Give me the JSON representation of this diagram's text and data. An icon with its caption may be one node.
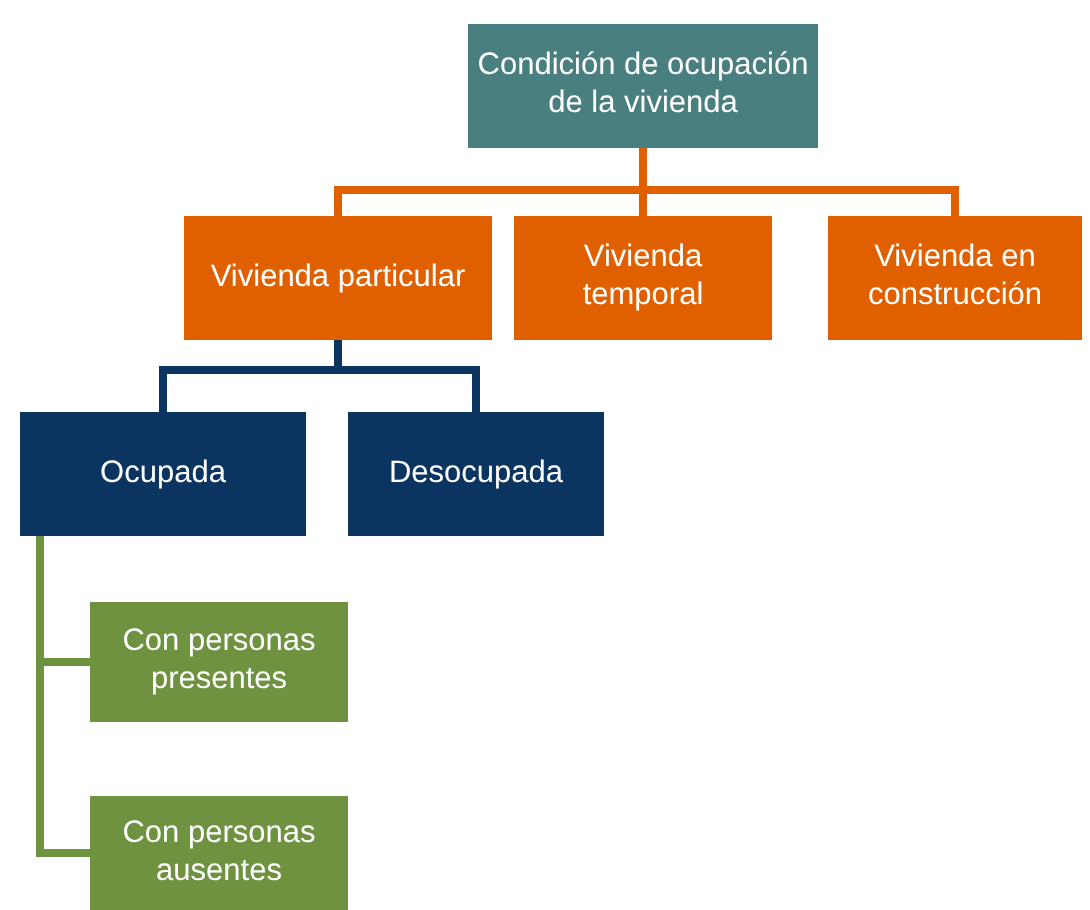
{
  "diagram": {
    "nodes": [
      {
        "text": [
          "Condición de ocupación de la vivienda"
        ]
      },
      {
        "text": [
          "Vivienda particular"
        ]
      },
      {
        "text": [
          "Vivienda temporal"
        ]
      },
      {
        "text": [
          "Vivienda en construcción"
        ]
      },
      {
        "text": [
          "Ocupada"
        ]
      },
      {
        "text": [
          "Desocupada"
        ]
      },
      {
        "text": [
          "Con personas presentes"
        ]
      },
      {
        "text": [
          "Con personas ausentes"
        ]
      }
    ],
    "edges": [
      {
        "from": 0,
        "to": 1,
        "arrow": "none"
      },
      {
        "from": 0,
        "to": 2,
        "arrow": "none"
      },
      {
        "from": 0,
        "to": 3,
        "arrow": "none"
      },
      {
        "from": 1,
        "to": 4,
        "arrow": "none",
        "color": "#0b3560"
      },
      {
        "from": 1,
        "to": 5,
        "arrow": "none",
        "color": "#0b3560"
      },
      {
        "from": 4,
        "to": 6,
        "arrow": "none",
        "color": "#6f9240"
      },
      {
        "from": 4,
        "to": 7,
        "arrow": "none",
        "color": "#6f9240"
      }
    ]
  }
}
